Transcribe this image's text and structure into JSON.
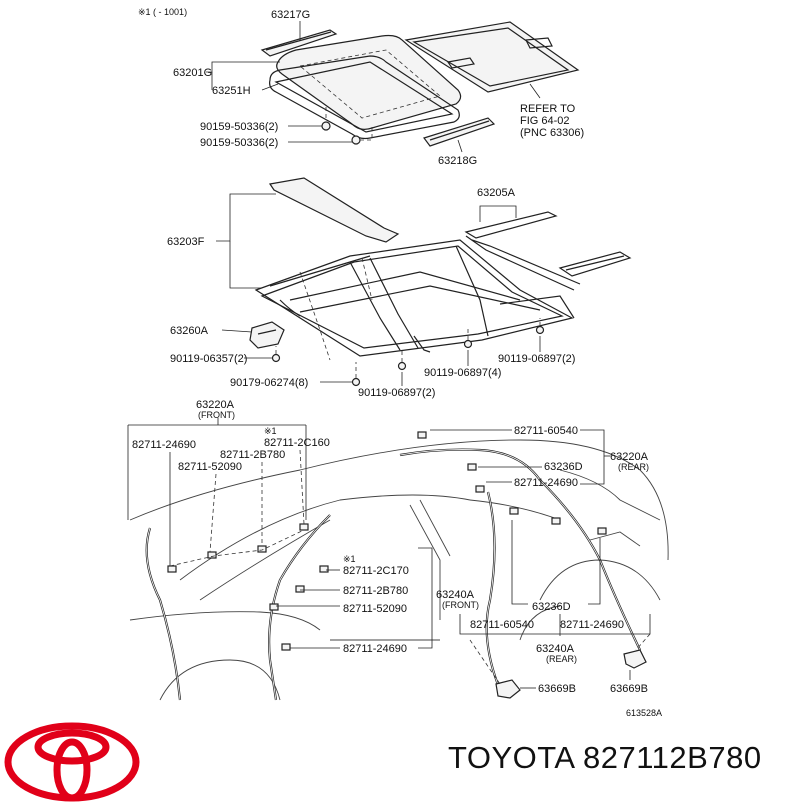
{
  "diagram": {
    "note_top": "※1 (      - 1001)",
    "ref_number": "613528A",
    "labels": {
      "p63217G": "63217G",
      "p63201G": "63201G",
      "p63251H": "63251H",
      "p90159a": "90159-50336(2)",
      "p90159b": "90159-50336(2)",
      "refer1": "REFER TO",
      "refer2": "FIG 64-02",
      "refer3": "(PNC 63306)",
      "p63218G": "63218G",
      "p63205A": "63205A",
      "p63203F": "63203F",
      "p63260A": "63260A",
      "p90119a": "90119-06357(2)",
      "p90179": "90179-06274(8)",
      "p90119b": "90119-06897(2)",
      "p90119c": "90119-06897(4)",
      "p90119d": "90119-06897(2)",
      "p63220A_f": "63220A",
      "front1": "(FRONT)",
      "p82711_24690a": "82711-24690",
      "mark1a": "※1",
      "p82711_2C160": "82711-2C160",
      "p82711_2B780a": "82711-2B780",
      "p82711_52090a": "82711-52090",
      "p82711_60540a": "82711-60540",
      "p63220A_r": "63220A",
      "rear1": "(REAR)",
      "p63236D_a": "63236D",
      "p82711_24690b": "82711-24690",
      "mark1b": "※1",
      "p82711_2C170": "82711-2C170",
      "p82711_2B780b": "82711-2B780",
      "p63240A_f": "63240A",
      "p82711_52090b": "82711-52090",
      "front2": "(FRONT)",
      "p82711_24690c": "82711-24690",
      "p63236D_b": "63236D",
      "p82711_60540b": "82711-60540",
      "p82711_24690d": "82711-24690",
      "p63240A_r": "63240A",
      "rear2": "(REAR)",
      "p63669B_a": "63669B",
      "p63669B_b": "63669B"
    }
  },
  "footer": {
    "brand": "TOYOTA",
    "part_number": "827112B780",
    "caption": "TOYOTA 827112B780",
    "logo_color": "#e10019"
  }
}
